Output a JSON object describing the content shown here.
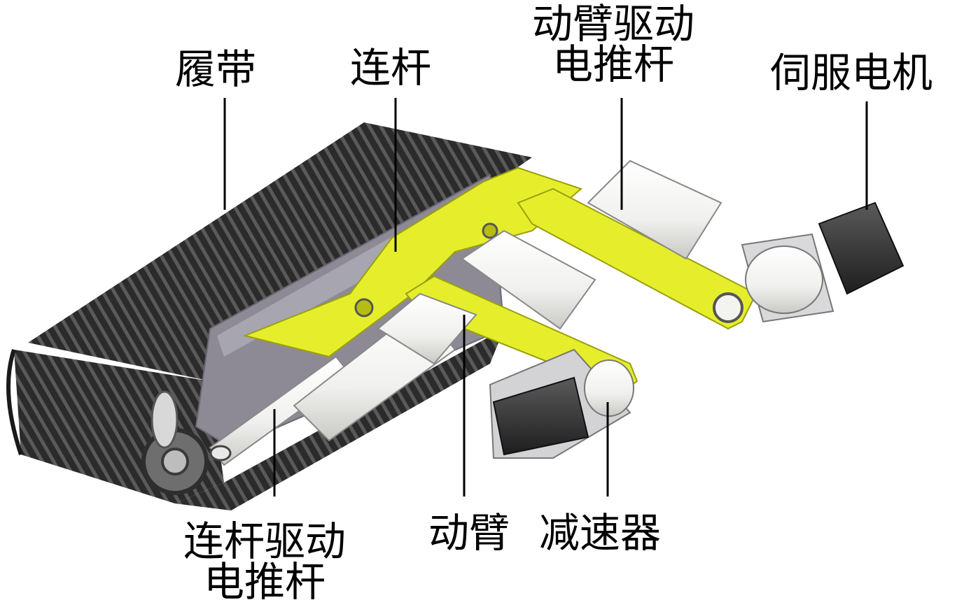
{
  "labels": {
    "track": "履带",
    "link": "连杆",
    "arm_actuator_line1": "动臂驱动",
    "arm_actuator_line2": "电推杆",
    "servo_motor": "伺服电机",
    "link_actuator_line1": "连杆驱动",
    "link_actuator_line2": "电推杆",
    "arm": "动臂",
    "reducer": "减速器"
  },
  "colors": {
    "track": "#2b2b2b",
    "track_highlight": "#5a5a5a",
    "frame": "#8d8a96",
    "frame_light": "#b9b7c2",
    "arm": "#e6ee2c",
    "arm_dark": "#b7bd10",
    "cylinder": "#f4f4f2",
    "cylinder_shade": "#c9c9c6",
    "motor": "#3a3a3a",
    "leader": "#000000"
  }
}
